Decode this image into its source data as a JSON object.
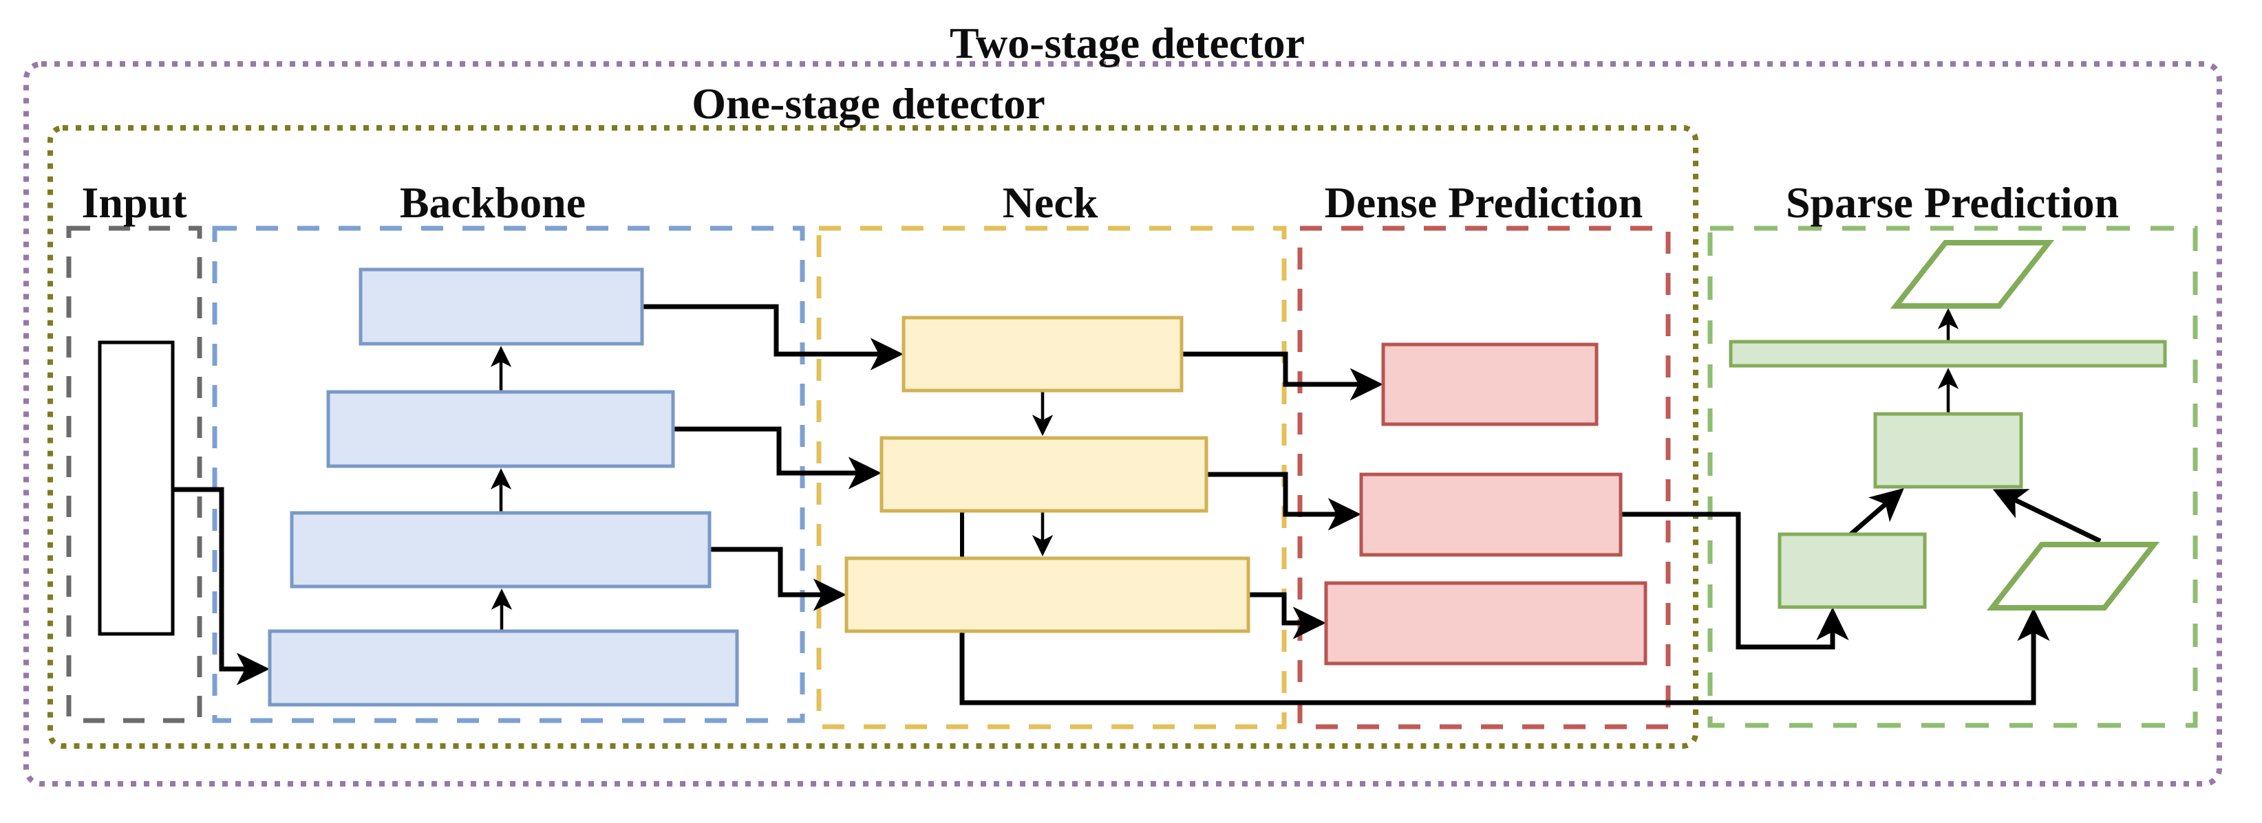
{
  "titles": {
    "two_stage": "Two-stage detector",
    "one_stage": "One-stage detector"
  },
  "sections": {
    "input": {
      "label": "Input"
    },
    "backbone": {
      "label": "Backbone"
    },
    "neck": {
      "label": "Neck"
    },
    "dense": {
      "label": "Dense Prediction"
    },
    "sparse": {
      "label": "Sparse Prediction"
    }
  },
  "colors": {
    "page_bg": "#ffffff",
    "text": "#0d0d0d",
    "line": "#000000",
    "white_fill": "#ffffff",
    "purple_frame": "#9878a8",
    "olive_frame": "#7e7b21",
    "gray_frame": "#6b6b6b",
    "blue_frame": "#7da0d2",
    "yellow_frame": "#e3c05a",
    "red_frame": "#c05b56",
    "green_frame": "#8fbd72",
    "blue_fill": "#dbe5f5",
    "blue_stroke": "#7a99c8",
    "yellow_fill": "#fdf2cd",
    "yellow_stroke": "#d2b152",
    "red_fill": "#f7cecb",
    "red_stroke": "#b85450",
    "green_fill": "#d7e7d0",
    "green_stroke": "#83ac59"
  }
}
